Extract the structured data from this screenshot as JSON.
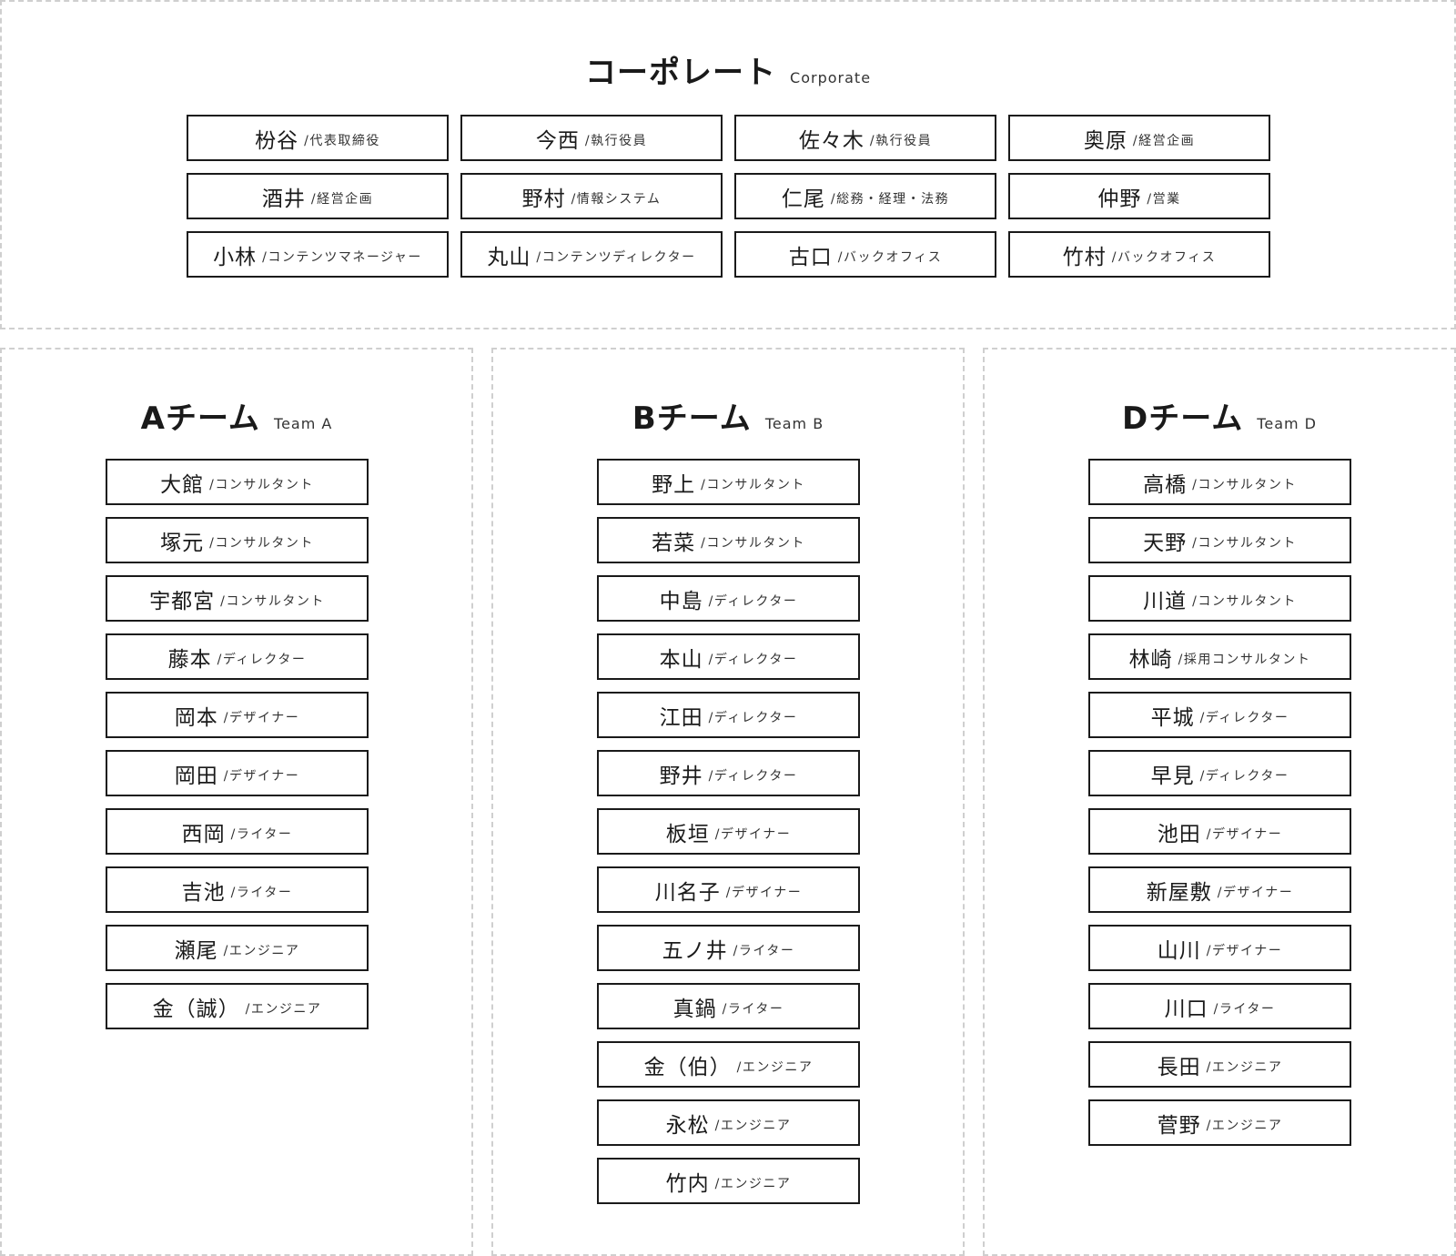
{
  "corporate": {
    "title": "コーポレート",
    "subtitle": "Corporate",
    "members": [
      {
        "name": "枌谷",
        "role": "/代表取締役"
      },
      {
        "name": "今西",
        "role": "/執行役員"
      },
      {
        "name": "佐々木",
        "role": "/執行役員"
      },
      {
        "name": "奥原",
        "role": "/経営企画"
      },
      {
        "name": "酒井",
        "role": "/経営企画"
      },
      {
        "name": "野村",
        "role": "/情報システム"
      },
      {
        "name": "仁尾",
        "role": "/総務・経理・法務"
      },
      {
        "name": "仲野",
        "role": "/営業"
      },
      {
        "name": "小林",
        "role": "/コンテンツマネージャー"
      },
      {
        "name": "丸山",
        "role": "/コンテンツディレクター"
      },
      {
        "name": "古口",
        "role": "/バックオフィス"
      },
      {
        "name": "竹村",
        "role": "/バックオフィス"
      }
    ]
  },
  "teams": [
    {
      "key": "a",
      "title": "Aチーム",
      "subtitle": "Team A",
      "members": [
        {
          "name": "大館",
          "role": "/コンサルタント"
        },
        {
          "name": "塚元",
          "role": "/コンサルタント"
        },
        {
          "name": "宇都宮",
          "role": "/コンサルタント"
        },
        {
          "name": "藤本",
          "role": "/ディレクター"
        },
        {
          "name": "岡本",
          "role": "/デザイナー"
        },
        {
          "name": "岡田",
          "role": "/デザイナー"
        },
        {
          "name": "西岡",
          "role": "/ライター"
        },
        {
          "name": "吉池",
          "role": "/ライター"
        },
        {
          "name": "瀬尾",
          "role": "/エンジニア"
        },
        {
          "name": "金（誠）",
          "role": "/エンジニア"
        }
      ]
    },
    {
      "key": "b",
      "title": "Bチーム",
      "subtitle": "Team B",
      "members": [
        {
          "name": "野上",
          "role": "/コンサルタント"
        },
        {
          "name": "若菜",
          "role": "/コンサルタント"
        },
        {
          "name": "中島",
          "role": "/ディレクター"
        },
        {
          "name": "本山",
          "role": "/ディレクター"
        },
        {
          "name": "江田",
          "role": "/ディレクター"
        },
        {
          "name": "野井",
          "role": "/ディレクター"
        },
        {
          "name": "板垣",
          "role": "/デザイナー"
        },
        {
          "name": "川名子",
          "role": "/デザイナー"
        },
        {
          "name": "五ノ井",
          "role": "/ライター"
        },
        {
          "name": "真鍋",
          "role": "/ライター"
        },
        {
          "name": "金（伯）",
          "role": "/エンジニア"
        },
        {
          "name": "永松",
          "role": "/エンジニア"
        },
        {
          "name": "竹内",
          "role": "/エンジニア"
        }
      ]
    },
    {
      "key": "d",
      "title": "Dチーム",
      "subtitle": "Team D",
      "members": [
        {
          "name": "高橋",
          "role": "/コンサルタント"
        },
        {
          "name": "天野",
          "role": "/コンサルタント"
        },
        {
          "name": "川道",
          "role": "/コンサルタント"
        },
        {
          "name": "林崎",
          "role": "/採用コンサルタント"
        },
        {
          "name": "平城",
          "role": "/ディレクター"
        },
        {
          "name": "早見",
          "role": "/ディレクター"
        },
        {
          "name": "池田",
          "role": "/デザイナー"
        },
        {
          "name": "新屋敷",
          "role": "/デザイナー"
        },
        {
          "name": "山川",
          "role": "/デザイナー"
        },
        {
          "name": "川口",
          "role": "/ライター"
        },
        {
          "name": "長田",
          "role": "/エンジニア"
        },
        {
          "name": "菅野",
          "role": "/エンジニア"
        }
      ]
    }
  ]
}
